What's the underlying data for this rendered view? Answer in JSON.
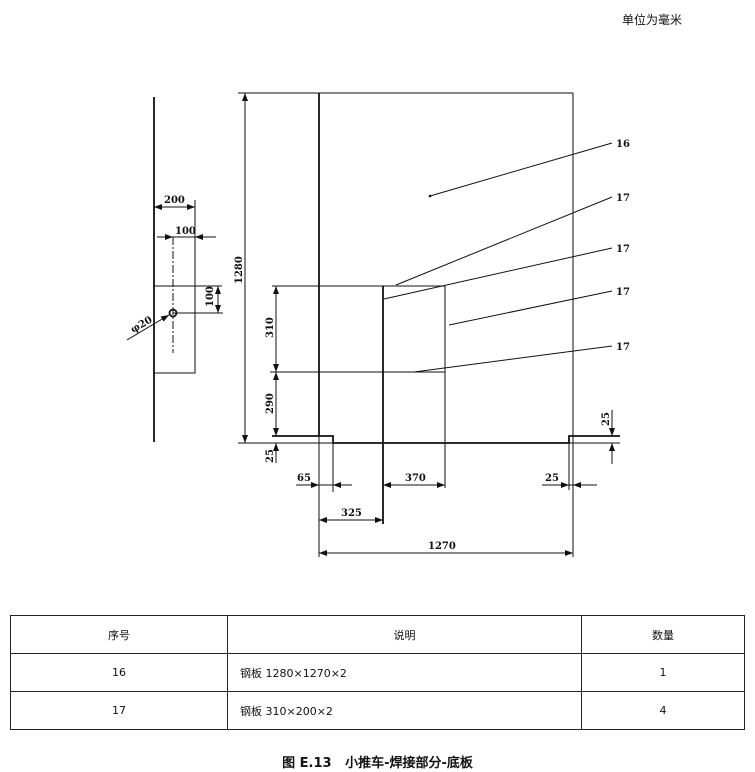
{
  "unit_note": "单位为毫米",
  "drawing": {
    "dims": {
      "d200": "200",
      "d100a": "100",
      "d100b": "100",
      "phi20": "φ20",
      "d1280": "1280",
      "d310": "310",
      "d290": "290",
      "d25_left": "25",
      "d65": "65",
      "d370": "370",
      "d325": "325",
      "d1270": "1270",
      "d25_bottom": "25",
      "d25_right": "25"
    },
    "callouts": [
      "16",
      "17",
      "17",
      "17",
      "17"
    ]
  },
  "table": {
    "headers": [
      "序号",
      "说明",
      "数量"
    ],
    "rows": [
      [
        "16",
        "钢板 1280×1270×2",
        "1"
      ],
      [
        "17",
        "钢板 310×200×2",
        "4"
      ]
    ]
  },
  "caption": "图 E.13   小推车-焊接部分-底板"
}
